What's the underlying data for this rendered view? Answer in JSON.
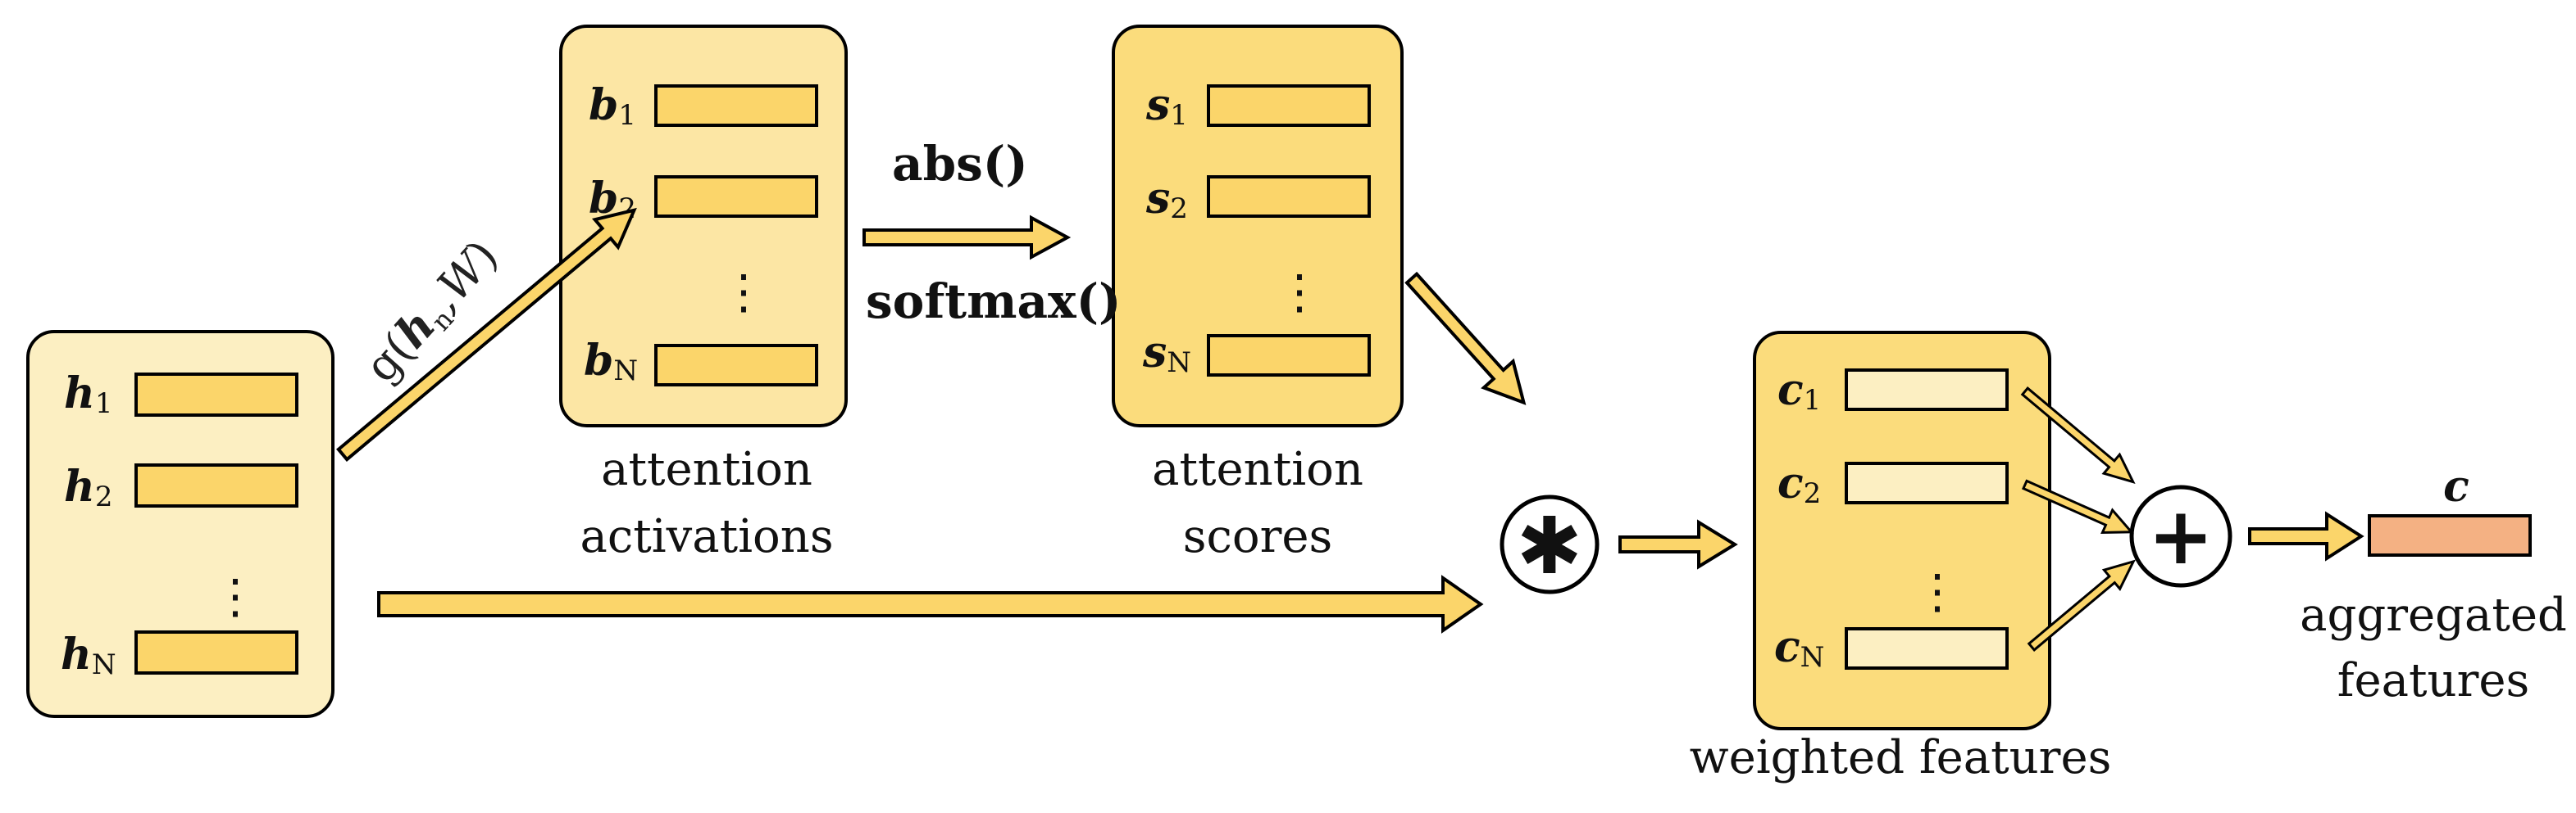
{
  "colors": {
    "panel_light": "#FCEFC2",
    "panel_mid": "#FCE6A4",
    "panel_dark": "#FBDC7C",
    "bar_fill": "#FBD56A",
    "arrow_fill": "#FBD56A",
    "output_bar": "#F4B183",
    "stroke": "#000000"
  },
  "input": {
    "h1": "h",
    "h1_sub": "1",
    "h2": "h",
    "h2_sub": "2",
    "hN": "h",
    "hN_sub": "N",
    "dots": "⋮"
  },
  "activations": {
    "b1": "b",
    "b1_sub": "1",
    "b2": "b",
    "b2_sub": "2",
    "bN": "b",
    "bN_sub": "N",
    "dots": "⋮",
    "caption_line1": "attention",
    "caption_line2": "activations"
  },
  "scores": {
    "s1": "s",
    "s1_sub": "1",
    "s2": "s",
    "s2_sub": "2",
    "sN": "s",
    "sN_sub": "N",
    "dots": "⋮",
    "caption_line1": "attention",
    "caption_line2": "scores"
  },
  "weighted": {
    "c1": "c",
    "c1_sub": "1",
    "c2": "c",
    "c2_sub": "2",
    "cN": "c",
    "cN_sub": "N",
    "dots": "⋮",
    "caption": "weighted features"
  },
  "functions": {
    "g_func": "g(",
    "g_h": "h",
    "g_n": "n",
    "g_rest": ",W",
    "g_close": ")",
    "abs": "abs()",
    "softmax": "softmax()"
  },
  "operators": {
    "multiply": "✱",
    "sum": "+"
  },
  "output": {
    "label": "c",
    "caption_line1": "aggregated",
    "caption_line2": "features"
  }
}
